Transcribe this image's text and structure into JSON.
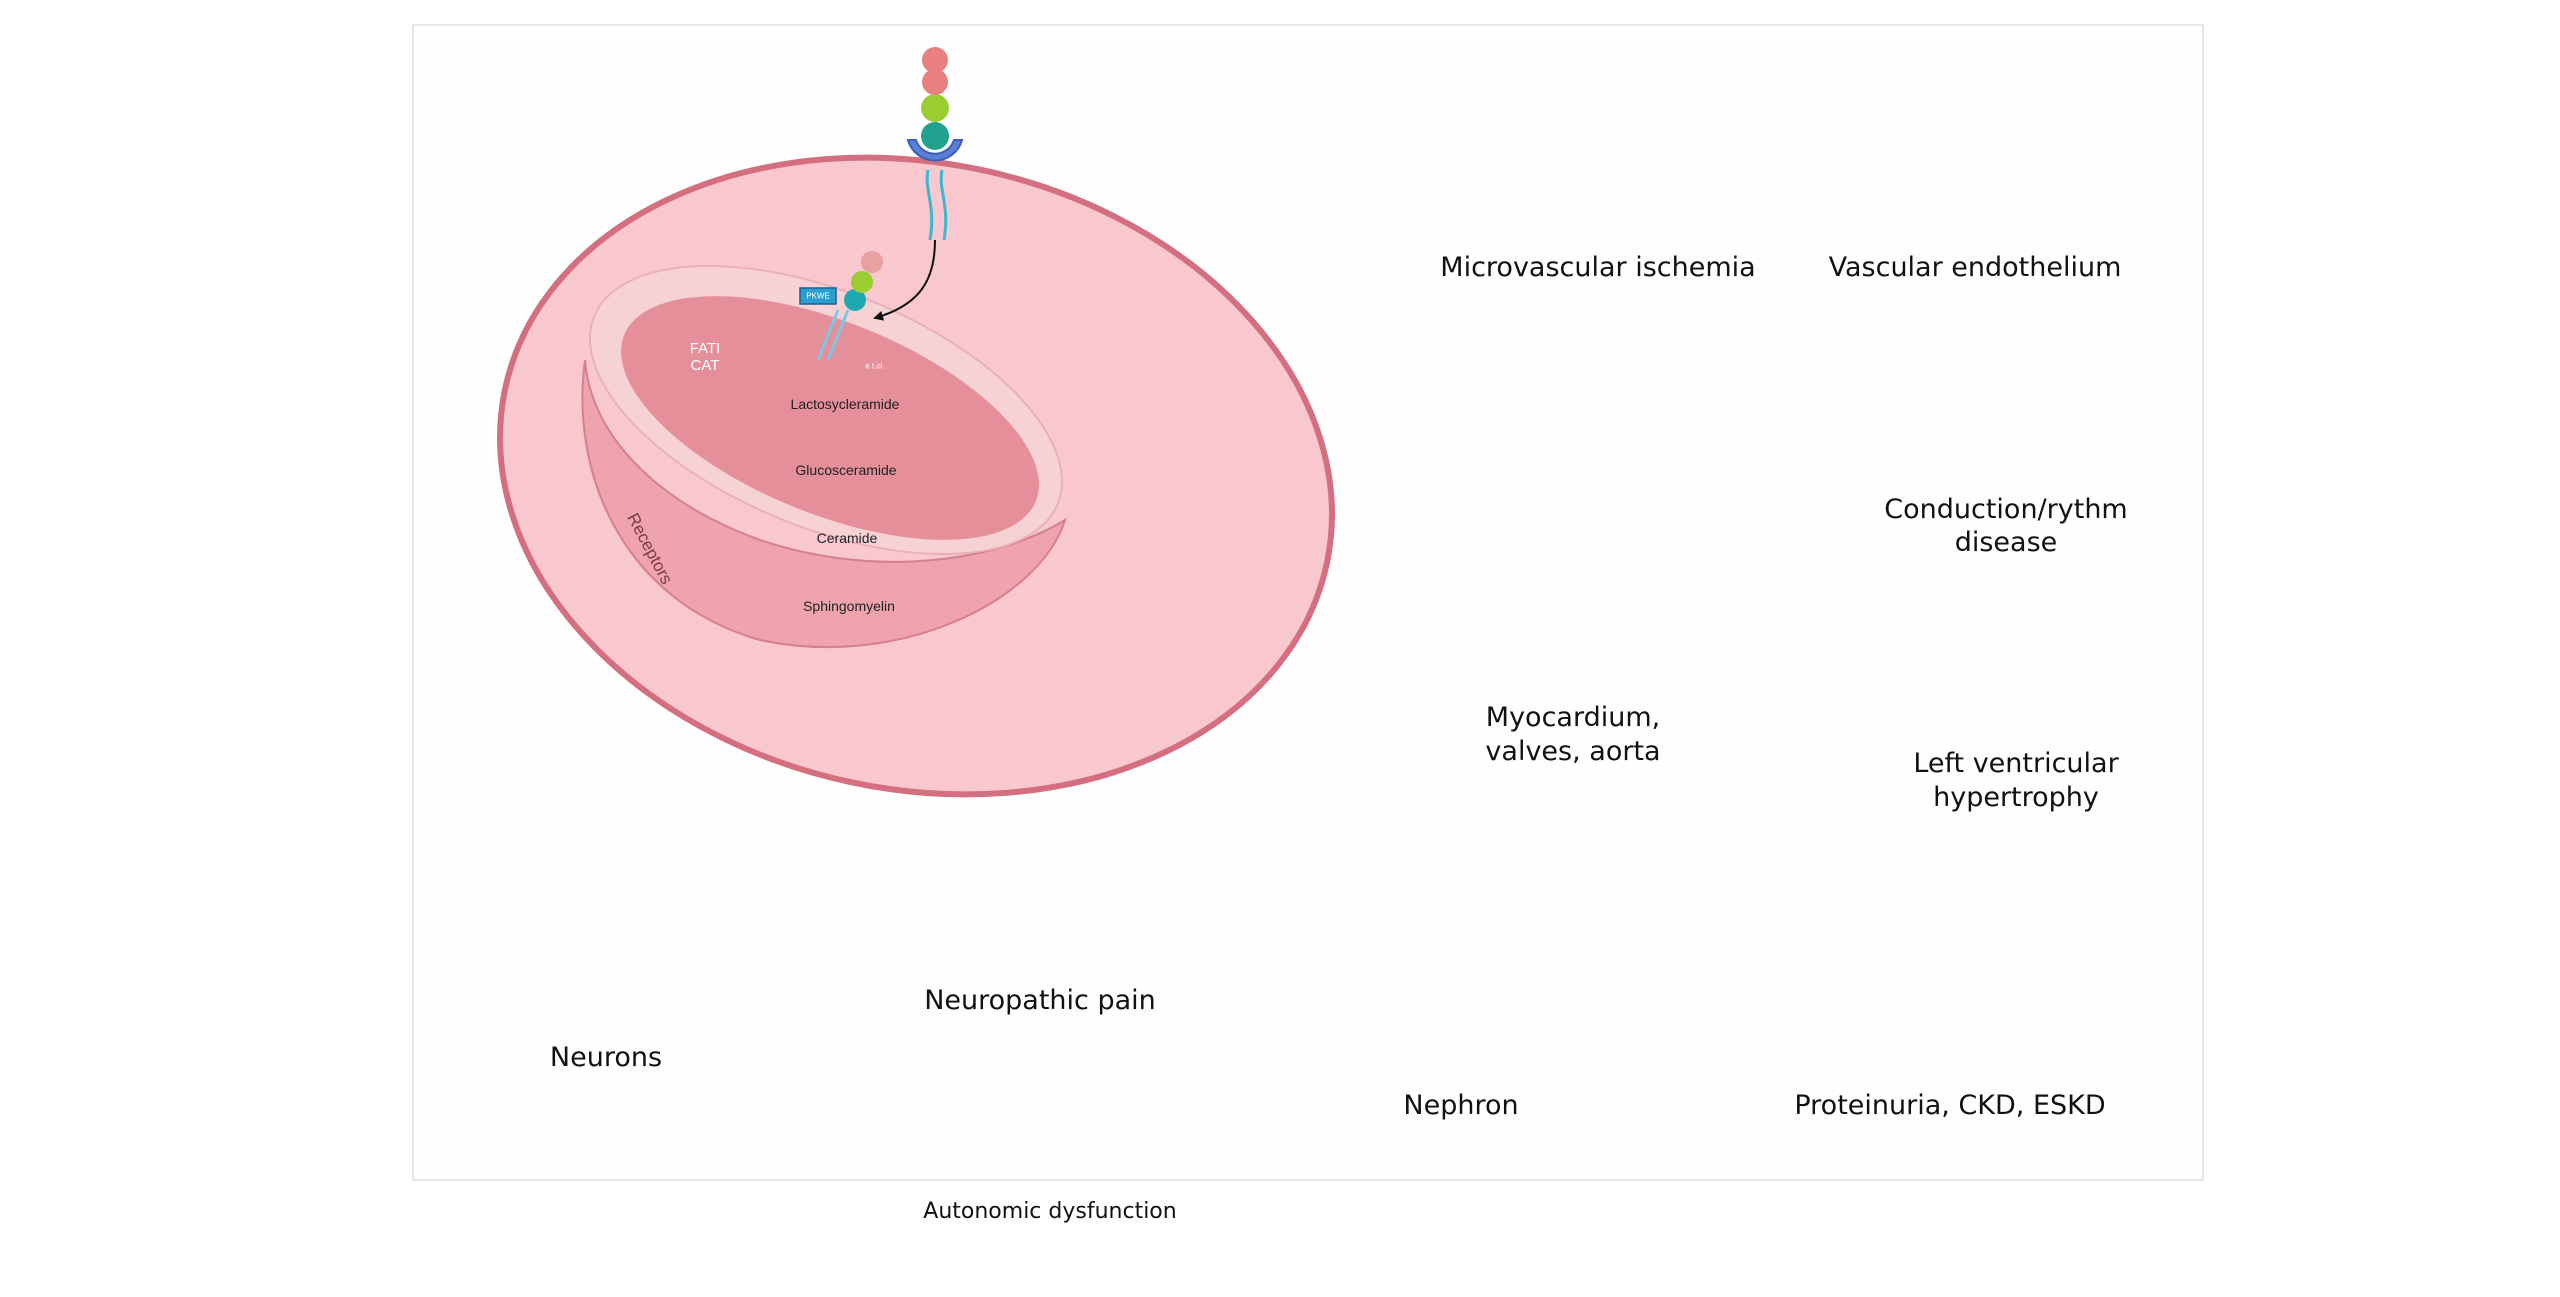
{
  "figure": {
    "title": "Glycosphingolipid pathway and multi-organ involvement",
    "cell": {
      "membrane_label": "Receptors",
      "fat_cat_label": "FATI CAT",
      "receptor_tag_label": "PKWE",
      "enzyme_label": "e.t.ol.",
      "pathway_steps": [
        "Lactosycleramide",
        "Glucosceramide",
        "Ceramide",
        "Sphingomyelin"
      ]
    },
    "organs": {
      "brain": "Microvascular ischemia",
      "vessel": "Vascular endothelium",
      "heart": [
        "Myocardium,",
        "valves, aorta"
      ],
      "ecg": [
        "Conduction/rythm",
        "disease"
      ],
      "lv": [
        "Left ventricular",
        "hypertrophy"
      ],
      "kidney": "Nephron",
      "dialysis": "Proteinuria, CKD, ESKD",
      "neurons": "Neurons",
      "pain": "Neuropathic pain",
      "autonomic": "Autonomic dysfunction"
    },
    "colors": {
      "cell_fill": "#f9c8cf",
      "cell_border": "#d46f80",
      "bowl_fill": "#eea3ad",
      "bowl_inner": "#e58f9b",
      "bowl_rim": "#f6d2d5",
      "box_fill": "#f3f3fb",
      "box_border": "#a8a8d8",
      "golgi": "#c4b7e6",
      "arrow": "#111111",
      "fat_cat": "#c8323a",
      "dna": "#3aaed0"
    }
  }
}
